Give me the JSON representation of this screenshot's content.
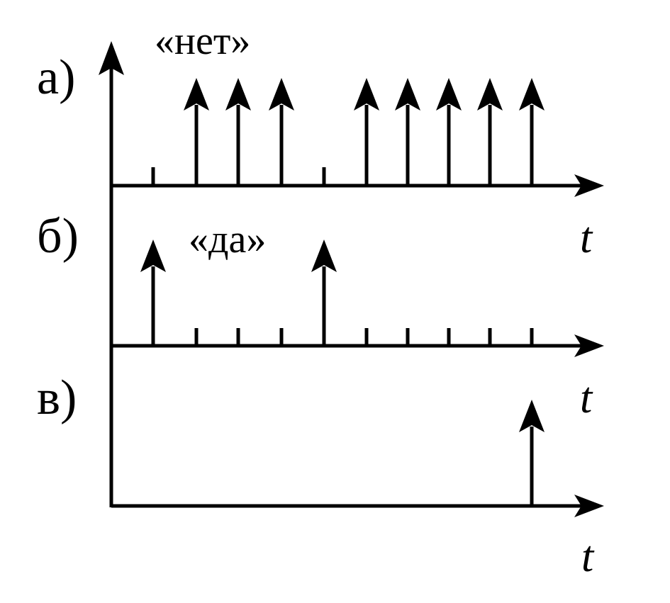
{
  "diagram": {
    "time_axis_label": "t",
    "panels": [
      {
        "id": "a",
        "label": "а)",
        "annotation": "«нет»",
        "slots": [
          "tick",
          "pulse",
          "pulse",
          "pulse",
          "tick",
          "pulse",
          "pulse",
          "pulse",
          "pulse",
          "pulse"
        ]
      },
      {
        "id": "b",
        "label": "б)",
        "annotation": "«да»",
        "slots": [
          "pulse",
          "tick",
          "tick",
          "tick",
          "pulse",
          "tick",
          "tick",
          "tick",
          "tick",
          "tick"
        ]
      },
      {
        "id": "c",
        "label": "в)",
        "annotation": "",
        "slots": [
          "none",
          "none",
          "none",
          "none",
          "none",
          "none",
          "none",
          "none",
          "none",
          "pulse"
        ]
      }
    ]
  }
}
